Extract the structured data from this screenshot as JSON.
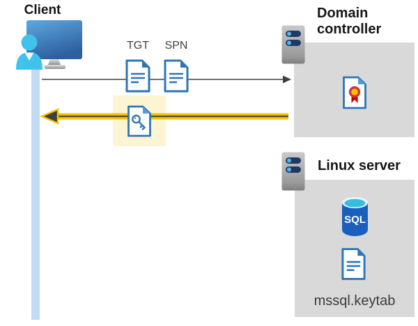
{
  "client": {
    "label": "Client"
  },
  "tickets": {
    "tgt": "TGT",
    "spn": "SPN"
  },
  "domain_controller": {
    "label": "Domain controller"
  },
  "linux_server": {
    "label": "Linux server",
    "sql_icon_text": "SQL",
    "keytab_file": "mssql.keytab"
  },
  "icons": {
    "client": "person-at-computer-icon",
    "tgt": "document-icon",
    "spn": "document-icon",
    "session_ticket": "key-document-icon",
    "domain_controller": "rack-server-icon",
    "certificate": "certificate-icon",
    "linux_server": "rack-server-icon",
    "database": "sql-database-icon",
    "keytab": "document-icon"
  },
  "colors": {
    "highlight_yellow": "#f5c400",
    "highlight_box_yellow": "#fcf5d4",
    "panel_gray": "#d9d9d9",
    "doc_blue": "#2e75b6",
    "arrow_gray": "#595959",
    "client_bar_blue": "#c2daf6",
    "server_slot_navy": "#203864",
    "sql_body_blue": "#1a5fbe",
    "sql_top_cyan": "#38bcdf",
    "person_cyan": "#3fc3ec",
    "cert_ribbon_red": "#c00000",
    "cert_seal_yellow": "#ffc000"
  }
}
